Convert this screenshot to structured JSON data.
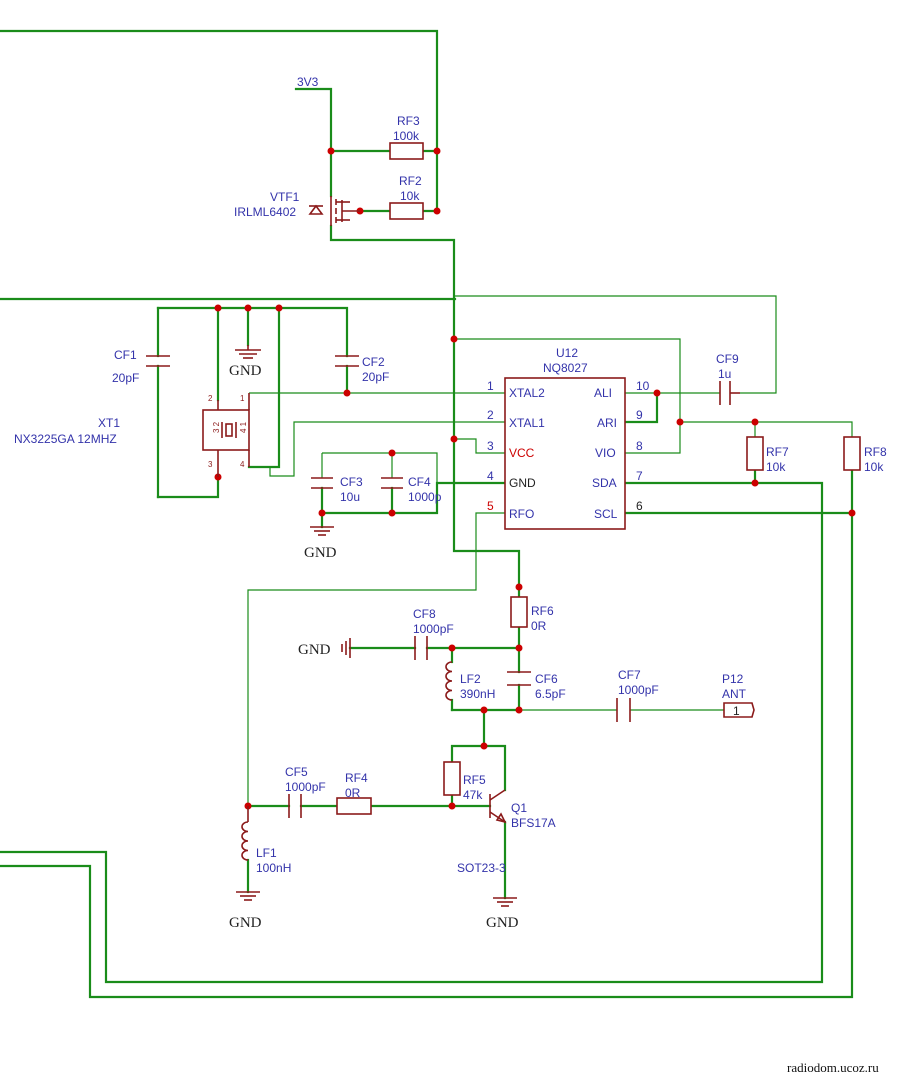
{
  "watermark": "radiodom.ucoz.ru",
  "nets": {
    "supply": "3V3",
    "ground_labels": [
      "GND",
      "GND",
      "GND",
      "GND",
      "GND"
    ]
  },
  "chip": {
    "ref": "U12",
    "part": "NQ8027",
    "pins_left": [
      {
        "num": "1",
        "name": "XTAL2"
      },
      {
        "num": "2",
        "name": "XTAL1"
      },
      {
        "num": "3",
        "name": "VCC"
      },
      {
        "num": "4",
        "name": "GND"
      },
      {
        "num": "5",
        "name": "RFO"
      }
    ],
    "pins_right": [
      {
        "num": "10",
        "name": "ALI"
      },
      {
        "num": "9",
        "name": "ARI"
      },
      {
        "num": "8",
        "name": "VIO"
      },
      {
        "num": "7",
        "name": "SDA"
      },
      {
        "num": "6",
        "name": "SCL"
      }
    ]
  },
  "components": {
    "rf3": {
      "ref": "RF3",
      "value": "100k"
    },
    "rf2": {
      "ref": "RF2",
      "value": "10k"
    },
    "vtf1": {
      "ref": "VTF1",
      "value": "IRLML6402"
    },
    "cf1": {
      "ref": "CF1",
      "value": "20pF"
    },
    "cf2": {
      "ref": "CF2",
      "value": "20pF"
    },
    "xt1": {
      "ref": "XT1",
      "value": "NX3225GA 12MHZ",
      "pins": [
        "2",
        "1",
        "3",
        "4",
        "3 2",
        "4 1"
      ]
    },
    "cf3": {
      "ref": "CF3",
      "value": "10u"
    },
    "cf4": {
      "ref": "CF4",
      "value": "1000p"
    },
    "cf9": {
      "ref": "CF9",
      "value": "1u"
    },
    "rf7": {
      "ref": "RF7",
      "value": "10k"
    },
    "rf8": {
      "ref": "RF8",
      "value": "10k"
    },
    "rf6": {
      "ref": "RF6",
      "value": "0R"
    },
    "cf8": {
      "ref": "CF8",
      "value": "1000pF"
    },
    "lf2": {
      "ref": "LF2",
      "value": "390nH"
    },
    "cf6": {
      "ref": "CF6",
      "value": "6.5pF"
    },
    "cf7": {
      "ref": "CF7",
      "value": "1000pF"
    },
    "p12": {
      "ref": "P12",
      "value": "ANT",
      "pin": "1"
    },
    "cf5": {
      "ref": "CF5",
      "value": "1000pF"
    },
    "rf4": {
      "ref": "RF4",
      "value": "0R"
    },
    "rf5": {
      "ref": "RF5",
      "value": "47k"
    },
    "q1": {
      "ref": "Q1",
      "value": "BFS17A",
      "package": "SOT23-3"
    },
    "lf1": {
      "ref": "LF1",
      "value": "100nH"
    }
  },
  "colors": {
    "wire": "#1a8c1a",
    "part": "#8b1a1a",
    "junction": "#cc0000",
    "label": "#3333aa",
    "power_pin": "#cc0000"
  }
}
